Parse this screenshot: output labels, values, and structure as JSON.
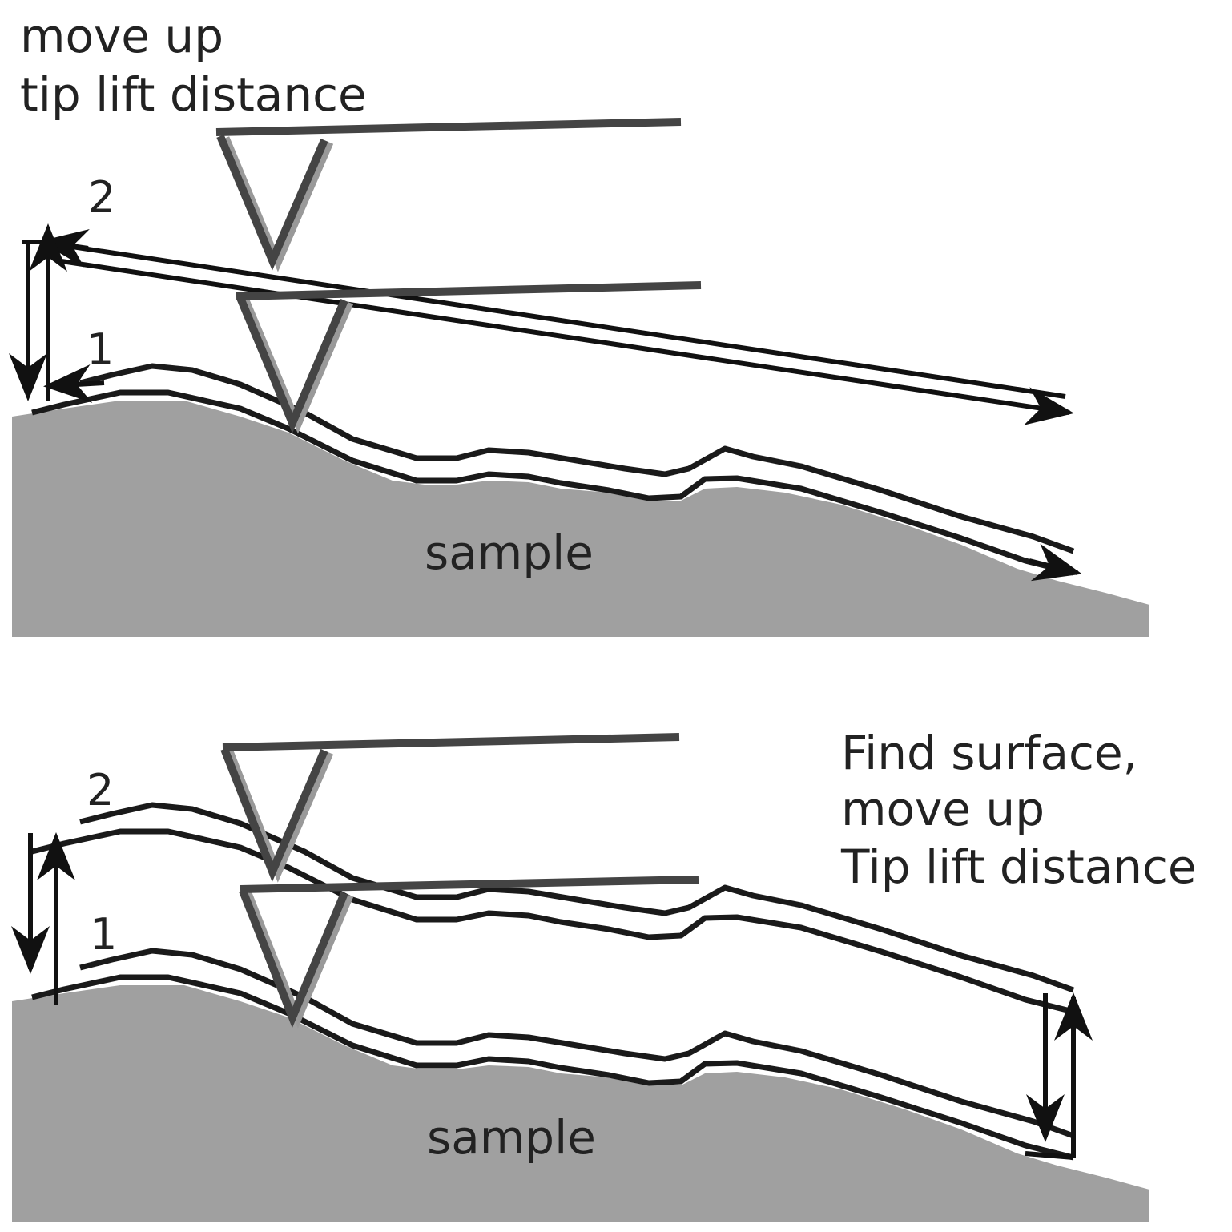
{
  "top_panel": {
    "caption_line1": "move up",
    "caption_line2": "tip lift distance",
    "label_pass1": "1",
    "label_pass2": "2",
    "sample_label": "sample"
  },
  "bottom_panel": {
    "caption_line1": "Find surface,",
    "caption_line2": "move up",
    "caption_line3": "Tip lift distance",
    "label_pass1": "1",
    "label_pass2": "2",
    "sample_label": "sample"
  },
  "colors": {
    "sample": "#a0a0a0",
    "cantilever": "#444444",
    "trace": "#1a1a1a"
  }
}
